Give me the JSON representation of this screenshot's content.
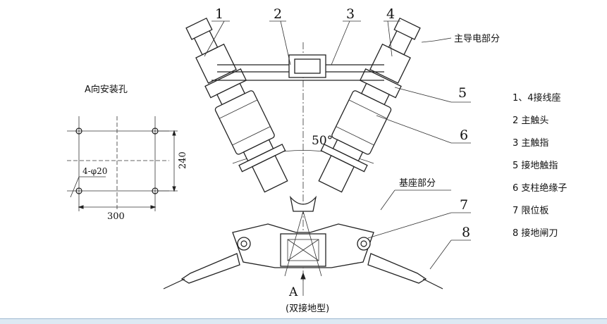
{
  "callouts": {
    "n1": "1",
    "n2": "2",
    "n3": "3",
    "n4": "4",
    "n5": "5",
    "n6": "6",
    "n7": "7",
    "n8": "8"
  },
  "labels": {
    "main_conductive": "主导电部分",
    "base_part": "基座部分",
    "mount_holes": "A向安装孔",
    "angle": "50°",
    "view_a": "A",
    "type_note": "(双接地型)",
    "hole_spec": "4-φ20",
    "dim_300": "300",
    "dim_240": "240"
  },
  "legend": [
    "1、4接线座",
    "2 主触头",
    "3 主触指",
    "5 接地触指",
    "6 支柱绝缘子",
    "7 限位板",
    "8 接地闸刀"
  ]
}
